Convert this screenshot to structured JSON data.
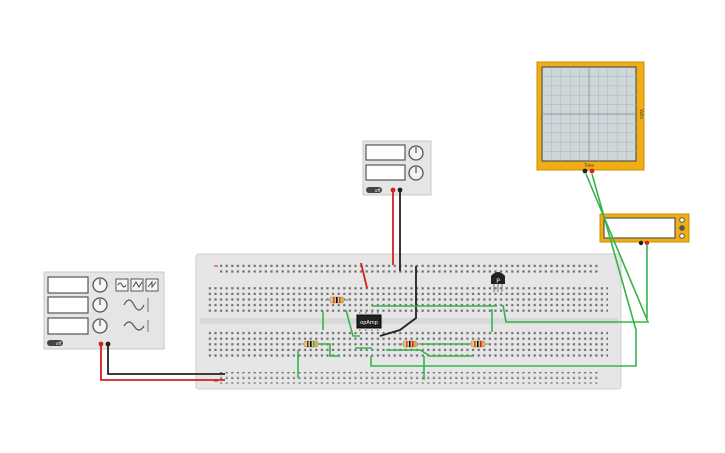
{
  "canvas": {
    "background": "#ffffff"
  },
  "components": {
    "function_generator": {
      "name": "function-generator",
      "off_label": "off",
      "waveforms": [
        "sine-wave-icon",
        "triangle-wave-icon",
        "sawtooth-wave-icon"
      ]
    },
    "power_supply": {
      "name": "dc-power-supply",
      "off_label": "off"
    },
    "oscilloscope": {
      "name": "oscilloscope",
      "time_label": "Time",
      "volt_label": "Volts",
      "frame_color": "#f1ad14",
      "screen_color": "#cdd6d9"
    },
    "multimeter": {
      "name": "multimeter",
      "frame_color": "#f1ad14"
    },
    "breadboard": {
      "name": "breadboard",
      "color": "#e7e7e7"
    },
    "opamp": {
      "name": "opamp-chip",
      "label": "opAmp"
    },
    "transistor": {
      "name": "transistor",
      "label": "P"
    }
  },
  "colors": {
    "wire_green": "#36b34a",
    "wire_red": "#d42020",
    "wire_black": "#222222",
    "panel": "#e5e5e5",
    "display": "#ffffff",
    "accent": "#f1ad14"
  }
}
